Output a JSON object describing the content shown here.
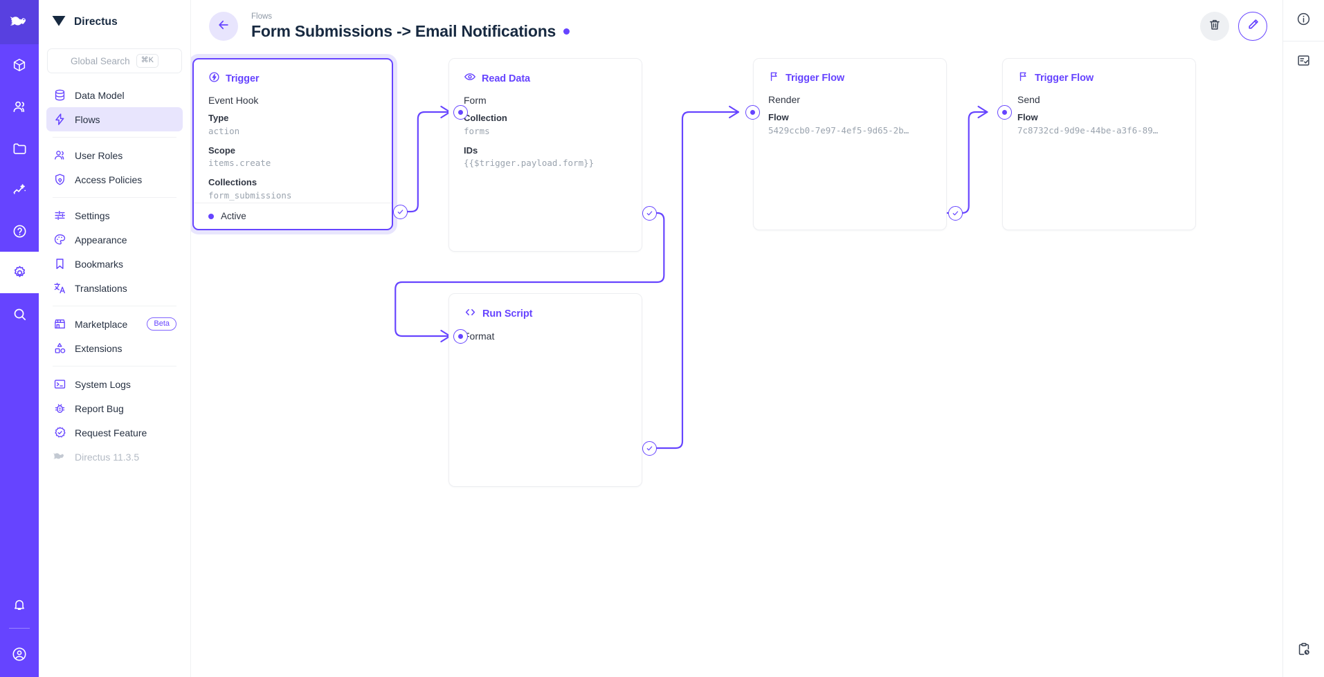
{
  "colors": {
    "accent": "#6644ff",
    "accent_soft": "#e8e5fd",
    "rail_bg": "#6644ff",
    "text": "#2f3542",
    "muted": "#9aa3ae",
    "status_active": "#6644ff"
  },
  "rail": {
    "logo_icon": "directus-rabbit-logo",
    "items": [
      {
        "icon": "box-icon",
        "name": "content-module",
        "active": false
      },
      {
        "icon": "users-icon",
        "name": "users-module",
        "active": false
      },
      {
        "icon": "folder-icon",
        "name": "files-module",
        "active": false
      },
      {
        "icon": "insights-icon",
        "name": "insights-module",
        "active": false
      },
      {
        "icon": "question-circle-icon",
        "name": "docs-module",
        "active": false
      },
      {
        "icon": "gear-icon",
        "name": "settings-module",
        "active": true
      },
      {
        "icon": "search-icon",
        "name": "search-module",
        "active": false
      }
    ],
    "bottom": [
      {
        "icon": "bell-icon",
        "name": "notifications-button"
      },
      {
        "icon": "account-circle-icon",
        "name": "user-account-button"
      }
    ]
  },
  "sidebar": {
    "title": "Directus",
    "logo_icon": "directus-mark-icon",
    "search": {
      "placeholder": "Global Search",
      "shortcut": "⌘K",
      "icon": "search-icon"
    },
    "groups": [
      {
        "items": [
          {
            "label": "Data Model",
            "icon": "database-icon",
            "selected": false
          },
          {
            "label": "Flows",
            "icon": "bolt-icon",
            "selected": true
          }
        ]
      },
      {
        "items": [
          {
            "label": "User Roles",
            "icon": "users-icon",
            "selected": false
          },
          {
            "label": "Access Policies",
            "icon": "shield-lock-icon",
            "selected": false
          }
        ]
      },
      {
        "items": [
          {
            "label": "Settings",
            "icon": "sliders-icon",
            "selected": false
          },
          {
            "label": "Appearance",
            "icon": "palette-icon",
            "selected": false
          },
          {
            "label": "Bookmarks",
            "icon": "bookmark-icon",
            "selected": false
          },
          {
            "label": "Translations",
            "icon": "translate-icon",
            "selected": false
          }
        ]
      },
      {
        "items": [
          {
            "label": "Marketplace",
            "icon": "storefront-icon",
            "selected": false,
            "badge": "Beta"
          },
          {
            "label": "Extensions",
            "icon": "extensions-icon",
            "selected": false
          }
        ]
      },
      {
        "items": [
          {
            "label": "System Logs",
            "icon": "terminal-icon",
            "selected": false
          },
          {
            "label": "Report Bug",
            "icon": "bug-icon",
            "selected": false
          },
          {
            "label": "Request Feature",
            "icon": "feature-check-icon",
            "selected": false
          },
          {
            "label": "Directus 11.3.5",
            "icon": "directus-rabbit-icon",
            "selected": false,
            "muted": true
          }
        ]
      }
    ]
  },
  "header": {
    "back_icon": "arrow-left-icon",
    "breadcrumb": "Flows",
    "title": "Form Submissions -> Email Notifications",
    "status_dot": "active-status-dot",
    "actions": [
      {
        "icon": "trash-icon",
        "name": "delete-flow-button",
        "style": "grey"
      },
      {
        "icon": "pencil-icon",
        "name": "edit-flow-button",
        "style": "outline"
      }
    ]
  },
  "right_rail": {
    "top": [
      {
        "icon": "info-circle-icon",
        "name": "flow-info-button"
      },
      {
        "icon": "list-check-icon",
        "name": "flow-operations-button"
      }
    ],
    "bottom": [
      {
        "icon": "clipboard-clock-icon",
        "name": "activity-log-button"
      }
    ]
  },
  "flow": {
    "nodes": [
      {
        "id": "trigger",
        "kind": "Trigger",
        "kind_icon": "trigger-bolt-circle-icon",
        "name": "Event Hook",
        "fields": [
          {
            "key": "Type",
            "value": "action"
          },
          {
            "key": "Scope",
            "value": "items.create"
          },
          {
            "key": "Collections",
            "value": "form_submissions"
          }
        ],
        "footer_status": "Active"
      },
      {
        "id": "read-data",
        "kind": "Read Data",
        "kind_icon": "eye-icon",
        "name": "Form",
        "fields": [
          {
            "key": "Collection",
            "value": "forms"
          },
          {
            "key": "IDs",
            "value": "{{$trigger.payload.form}}"
          }
        ]
      },
      {
        "id": "run-script",
        "kind": "Run Script",
        "kind_icon": "code-brackets-icon",
        "name": "Format",
        "fields": []
      },
      {
        "id": "trigger-flow-render",
        "kind": "Trigger Flow",
        "kind_icon": "flag-icon",
        "name": "Render",
        "fields": [
          {
            "key": "Flow",
            "value": "5429ccb0-7e97-4ef5-9d65-2b…"
          }
        ]
      },
      {
        "id": "trigger-flow-send",
        "kind": "Trigger Flow",
        "kind_icon": "flag-icon",
        "name": "Send",
        "fields": [
          {
            "key": "Flow",
            "value": "7c8732cd-9d9e-44be-a3f6-89…"
          }
        ]
      }
    ]
  }
}
